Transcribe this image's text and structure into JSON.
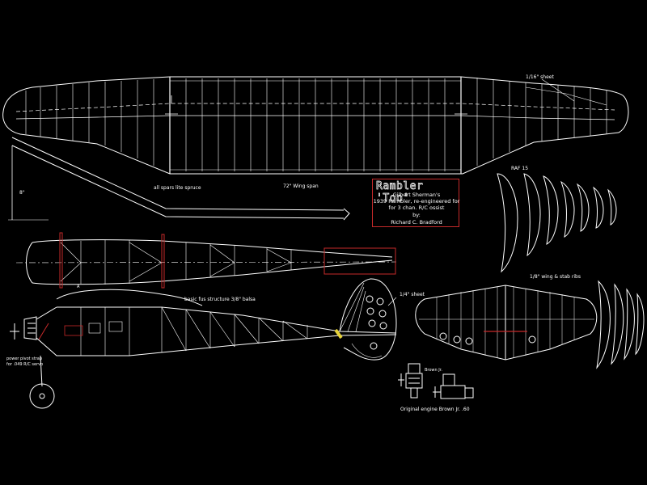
{
  "title_block": {
    "title": "Rambler 'Too'",
    "line1": "Gilbert Sherman's",
    "line2": "1939 Rambler, re-engineered for",
    "line3": "for 3 chan. R/C ossist",
    "line4": "by:",
    "line5": "Richard C. Bradford"
  },
  "labels": {
    "sheet_wing": "1/16\" sheet",
    "spars": "all spars lite spruce",
    "wing_span": "72\" Wing span",
    "dihedral": "8\"",
    "raf": "RAF 15",
    "ribs": "1/8\" wing & stab ribs",
    "sheet_fin": "1/4\" sheet",
    "fuselage": "basic fus structure 3/8\" balsa",
    "mount_line1": "power pivot strap",
    "mount_line2": "for .049 R/C servo",
    "engine_label": "Brown Jr.",
    "original_engine": "Original engine Brown Jr. .60",
    "marker_a": "A"
  },
  "colors": {
    "lines": "#ffffff",
    "accent": "#c62a2a",
    "highlight": "#e6d23a",
    "background": "#000000"
  }
}
